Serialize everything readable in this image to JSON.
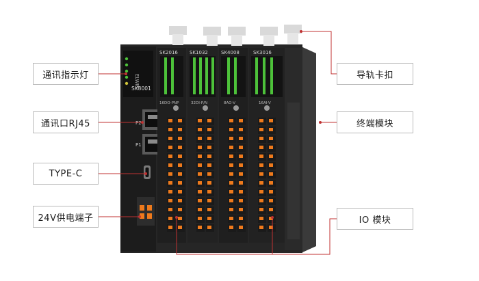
{
  "callouts": {
    "comm_indicator": "通讯指示灯",
    "comm_port": "通讯口RJ45",
    "type_c": "TYPE-C",
    "power_terminal": "24V供电端子",
    "rail_clip": "导轨卡扣",
    "end_module": "终端模块",
    "io_module": "IO 模块"
  },
  "device": {
    "cpu_model": "SK8001",
    "brand": "ELWIN",
    "module_1": "SK2016",
    "module_2": "SK1032",
    "module_3": "SK4008",
    "module_4": "SK3016",
    "module_1_sub": "16DO-PNP",
    "module_2_sub": "32DI-P/N",
    "module_3_sub": "8AO-V",
    "module_4_sub": "16AI-V",
    "port_p2": "P2",
    "port_p1": "P1"
  },
  "colors": {
    "leader_line": "#c03232",
    "led_green": "#4dc23a",
    "terminal_orange": "#ee7a1c"
  }
}
